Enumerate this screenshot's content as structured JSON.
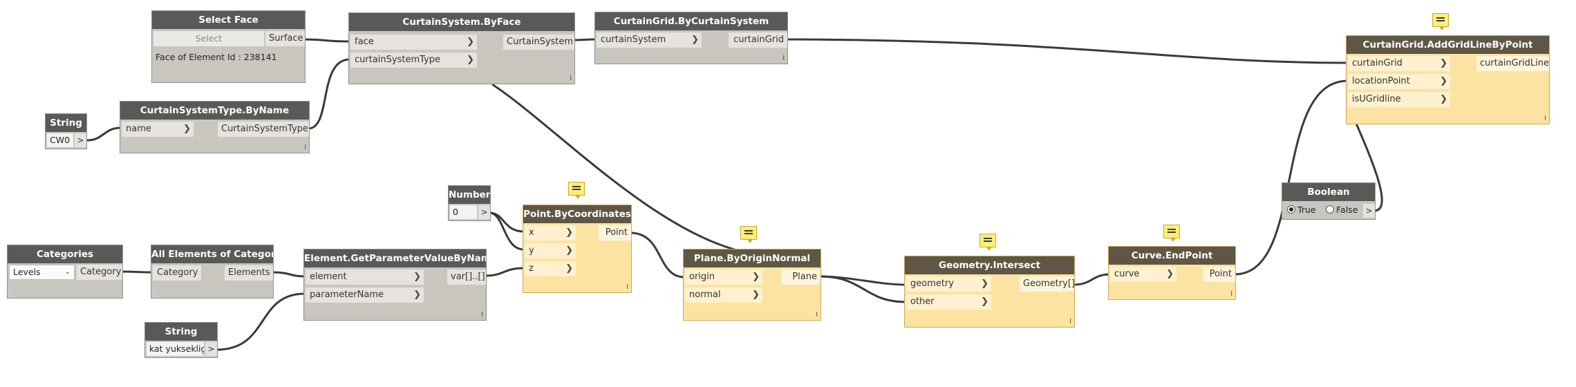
{
  "nodes": {
    "select_face": {
      "title": "Select Face",
      "button_label": "Select",
      "out_surface": "Surface",
      "info": "Face of Element Id : 238141"
    },
    "curtain_system_by_face": {
      "title": "CurtainSystem.ByFace",
      "in_face": "face",
      "in_type": "curtainSystemType",
      "out": "CurtainSystem"
    },
    "curtain_grid_by_system": {
      "title": "CurtainGrid.ByCurtainSystem",
      "in_system": "curtainSystem",
      "out": "curtainGrid"
    },
    "add_grid_line": {
      "title": "CurtainGrid.AddGridLineByPoint",
      "in_grid": "curtainGrid",
      "in_point": "locationPoint",
      "in_isu": "isUGridline",
      "out": "curtainGridLine"
    },
    "string_cw": {
      "title": "String",
      "value": "CW0",
      "arrow": ">"
    },
    "cs_type_by_name": {
      "title": "CurtainSystemType.ByName",
      "in_name": "name",
      "out": "CurtainSystemType"
    },
    "number": {
      "title": "Number",
      "value": "0",
      "arrow": ">"
    },
    "point_by_coords": {
      "title": "Point.ByCoordinates",
      "in_x": "x",
      "in_y": "y",
      "in_z": "z",
      "out": "Point"
    },
    "plane_by_origin_normal": {
      "title": "Plane.ByOriginNormal",
      "in_origin": "origin",
      "in_normal": "normal",
      "out": "Plane"
    },
    "geometry_intersect": {
      "title": "Geometry.Intersect",
      "in_geometry": "geometry",
      "in_other": "other",
      "out": "Geometry[]"
    },
    "curve_end_point": {
      "title": "Curve.EndPoint",
      "in_curve": "curve",
      "out": "Point"
    },
    "boolean": {
      "title": "Boolean",
      "true_label": "True",
      "false_label": "False",
      "arrow": ">"
    },
    "categories": {
      "title": "Categories",
      "selected": "Levels",
      "out": "Category"
    },
    "all_elements": {
      "title": "All Elements of Category",
      "in_category": "Category",
      "out": "Elements"
    },
    "get_param": {
      "title": "Element.GetParameterValueByName",
      "in_element": "element",
      "in_param": "parameterName",
      "out": "var[]..[]"
    },
    "string_kat": {
      "title": "String",
      "value": "kat yuksekligi",
      "arrow": ">"
    }
  },
  "lacing_mark": "l",
  "port_chevron": "❯",
  "dropdown_glyph": "⌄",
  "colors": {
    "node_header": "#595959",
    "selected_header": "#5f5644",
    "node_body": "#c9c6c0",
    "selected_body": "#fde3a1",
    "wire": "#3a3a3a",
    "note_icon": "#ffed7a"
  },
  "icons": [
    "note-icon",
    "chevron-right-icon",
    "dropdown-arrow-icon",
    "radio-icon"
  ]
}
